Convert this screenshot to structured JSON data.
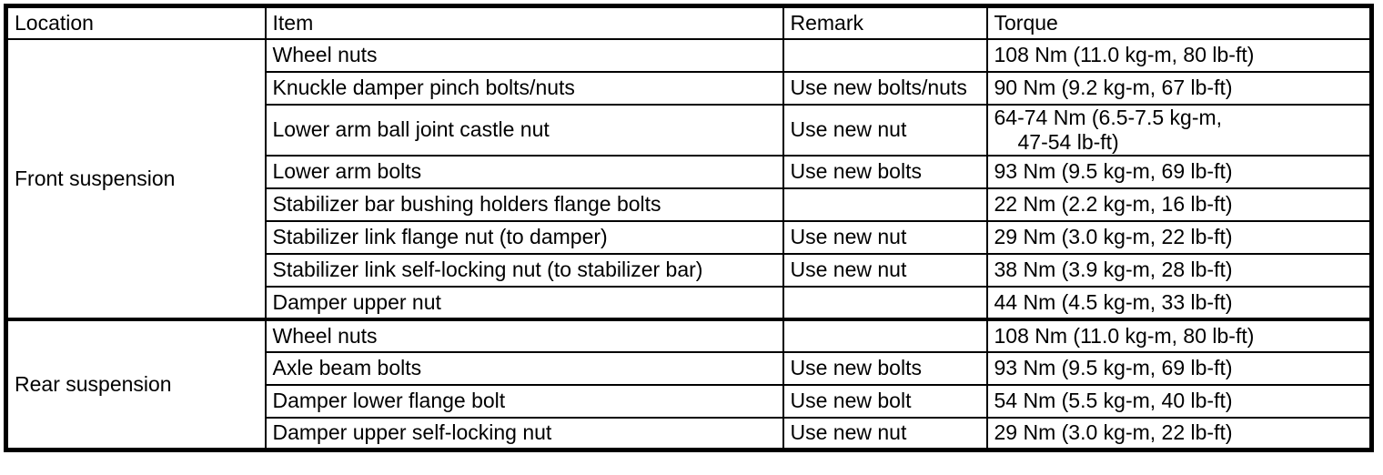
{
  "table": {
    "columns": [
      {
        "key": "location",
        "label": "Location"
      },
      {
        "key": "item",
        "label": "Item"
      },
      {
        "key": "remark",
        "label": "Remark"
      },
      {
        "key": "torque",
        "label": "Torque"
      }
    ],
    "sections": [
      {
        "location": "Front suspension",
        "rows": [
          {
            "item": "Wheel nuts",
            "remark": "",
            "torque": "108 Nm (11.0 kg-m, 80 lb-ft)"
          },
          {
            "item": "Knuckle damper pinch bolts/nuts",
            "remark": "Use new bolts/nuts",
            "torque": "90 Nm (9.2 kg-m, 67 lb-ft)"
          },
          {
            "item": "Lower arm ball joint castle nut",
            "remark": "Use new nut",
            "torque": "64-74 Nm (6.5-7.5 kg-m,",
            "torque_line2": "47-54 lb-ft)"
          },
          {
            "item": "Lower arm bolts",
            "remark": "Use new bolts",
            "torque": "93 Nm (9.5 kg-m, 69 lb-ft)"
          },
          {
            "item": "Stabilizer bar bushing holders flange bolts",
            "remark": "",
            "torque": "22 Nm (2.2 kg-m, 16 lb-ft)"
          },
          {
            "item": "Stabilizer link flange nut (to damper)",
            "remark": "Use new nut",
            "torque": "29 Nm (3.0 kg-m, 22 lb-ft)"
          },
          {
            "item": "Stabilizer link self-locking nut (to stabilizer bar)",
            "remark": "Use new nut",
            "torque": "38 Nm (3.9 kg-m, 28 lb-ft)"
          },
          {
            "item": "Damper upper nut",
            "remark": "",
            "torque": "44 Nm (4.5 kg-m, 33 lb-ft)"
          }
        ]
      },
      {
        "location": "Rear suspension",
        "rows": [
          {
            "item": "Wheel nuts",
            "remark": "",
            "torque": "108 Nm (11.0 kg-m, 80 lb-ft)"
          },
          {
            "item": "Axle beam bolts",
            "remark": "Use new bolts",
            "torque": "93 Nm (9.5 kg-m, 69 lb-ft)"
          },
          {
            "item": "Damper lower flange bolt",
            "remark": "Use new bolt",
            "torque": "54 Nm (5.5 kg-m, 40 lb-ft)"
          },
          {
            "item": "Damper upper self-locking nut",
            "remark": "Use new nut",
            "torque": "29 Nm (3.0 kg-m, 22 lb-ft)"
          }
        ]
      }
    ]
  },
  "colors": {
    "border": "#000000",
    "text": "#000000",
    "background": "#ffffff"
  }
}
